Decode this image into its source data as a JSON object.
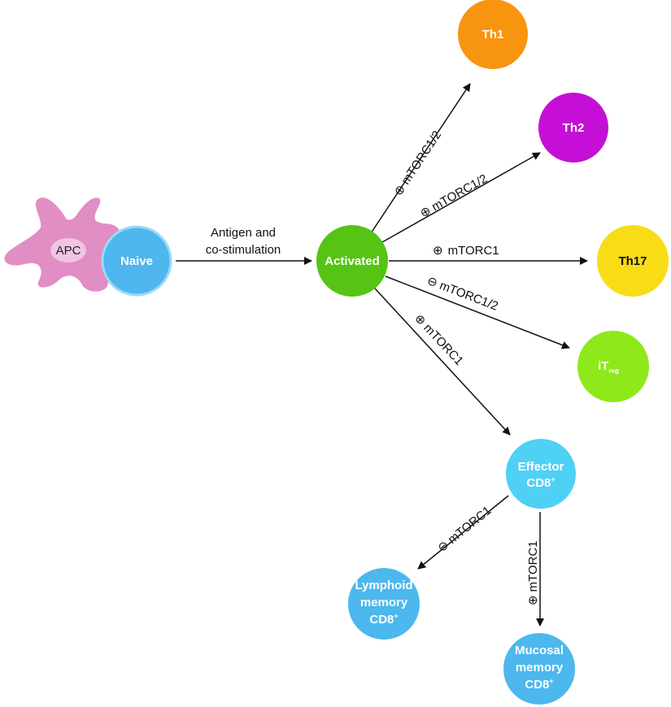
{
  "colors": {
    "naive": "#4fb6ee",
    "naive_stroke": "#8fd4f7",
    "activated": "#55c414",
    "th1": "#f7950f",
    "th2": "#c50fd6",
    "th17": "#f7dc16",
    "itreg": "#8ee81a",
    "effector": "#4fd0f5",
    "memory": "#4cb8ee",
    "apc": "#e08ec4",
    "apc_nucleus": "#f1c4e1",
    "arrow": "#111111"
  },
  "nodes": {
    "apc": "APC",
    "naive": "Naive",
    "activated": "Activated",
    "th1": "Th1",
    "th2": "Th2",
    "th17": "Th17",
    "itreg": {
      "main": "iT",
      "sub": "reg"
    },
    "effector": {
      "line1": "Effector",
      "line2": "CD8",
      "sup": "+"
    },
    "lymphoid": {
      "line1": "Lymphoid",
      "line2": "memory",
      "line3": "CD8",
      "sup": "+"
    },
    "mucosal": {
      "line1": "Mucosal",
      "line2": "memory",
      "line3": "CD8",
      "sup": "+"
    }
  },
  "edges": {
    "naive_to_activated": {
      "line1": "Antigen and",
      "line2": "co-stimulation"
    },
    "to_th1": {
      "sign": "⊕",
      "text": "mTORC1/2"
    },
    "to_th2": {
      "sign": "⊕",
      "text": "mTORC1/2"
    },
    "to_th17": {
      "sign": "⊕",
      "text": "mTORC1"
    },
    "to_itreg": {
      "sign": "⊖",
      "text": "mTORC1/2"
    },
    "to_effector": {
      "sign": "⊕",
      "text": "mTORC1"
    },
    "to_lymphoid": {
      "sign": "⊖",
      "text": "mTORC1"
    },
    "to_mucosal": {
      "sign": "⊕",
      "text": "mTORC1"
    }
  }
}
